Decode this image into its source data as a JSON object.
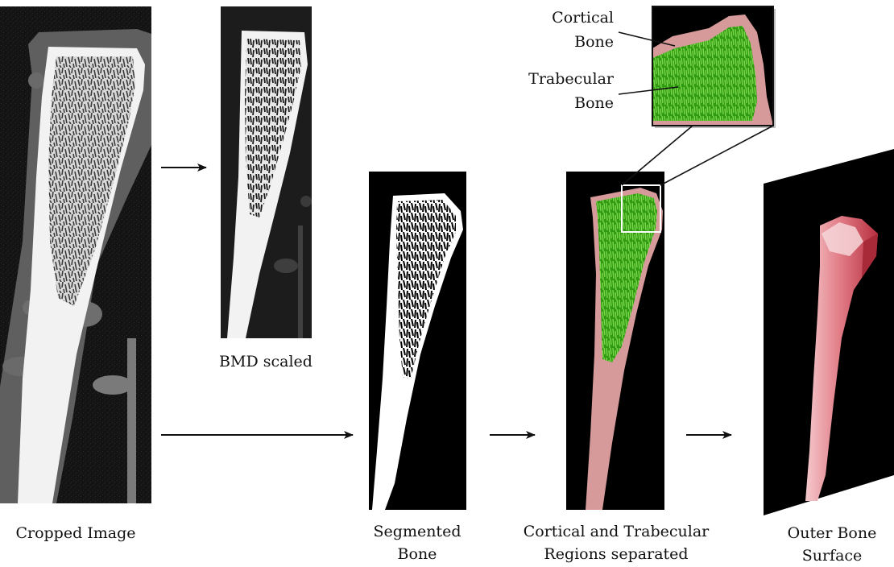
{
  "panels": {
    "cropped": {
      "caption": "Cropped Image"
    },
    "bmd": {
      "caption": "BMD scaled"
    },
    "segmented": {
      "caption_line1": "Segmented",
      "caption_line2": "Bone"
    },
    "regions": {
      "caption_line1": "Cortical and Trabecular",
      "caption_line2": "Regions separated"
    },
    "surface": {
      "caption_line1": "Outer Bone",
      "caption_line2": "Surface"
    }
  },
  "callouts": {
    "cortical": {
      "line1": "Cortical",
      "line2": "Bone"
    },
    "trabecular": {
      "line1": "Trabecular",
      "line2": "Bone"
    }
  },
  "colors": {
    "background": "#ffffff",
    "image_bg": "#111111",
    "ct_soft_tissue": "#6e6e6e",
    "bone_white": "#f2f2f2",
    "cortical_pink": "#d69a9a",
    "trabecular_green": "#2f9a12",
    "trabecular_light": "#7cd84a",
    "surface_red": "#d84a55"
  }
}
